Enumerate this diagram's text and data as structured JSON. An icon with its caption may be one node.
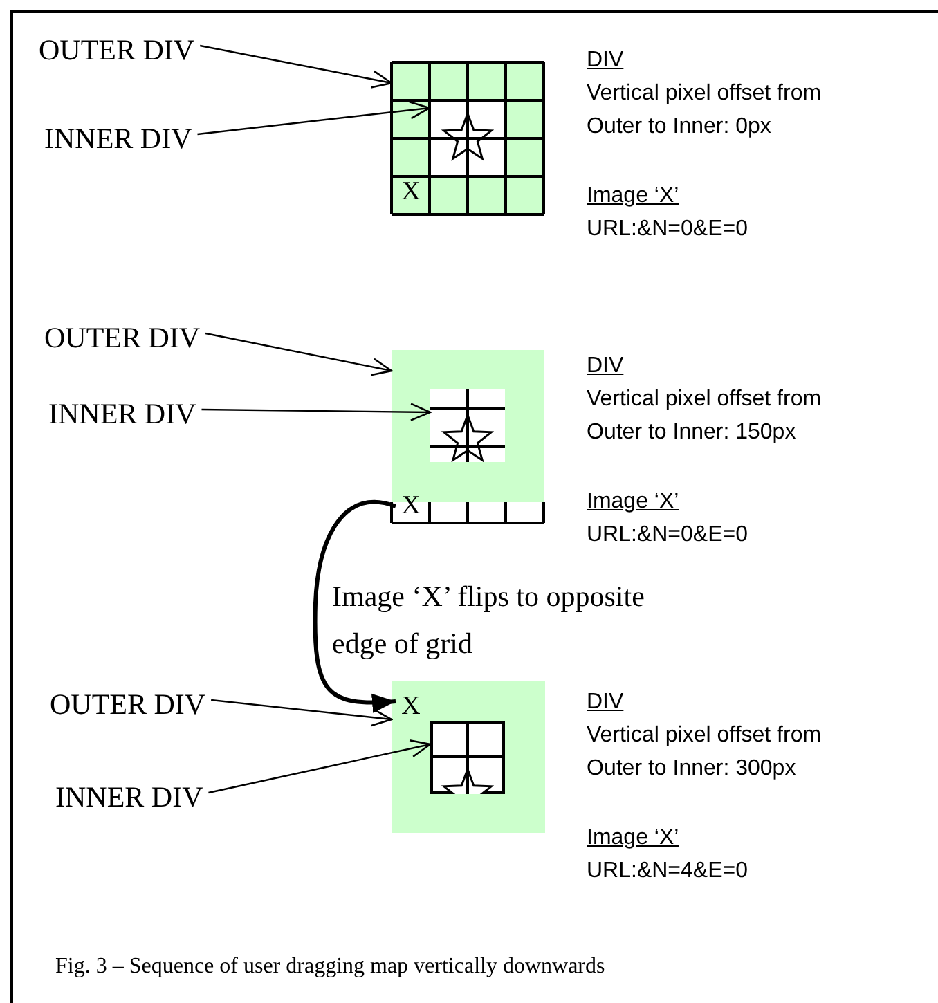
{
  "diagram": {
    "caption": "Fig. 3 – Sequence of user dragging map vertically downwards",
    "nodes": [
      {
        "text": [
          "OUTER DIV"
        ]
      },
      {
        "text": [
          "INNER DIV"
        ]
      },
      {
        "text": [],
        "shape": "box"
      },
      {
        "text": [],
        "shape": "box",
        "in": 2
      },
      {
        "text": [
          "X"
        ],
        "in": 2
      },
      {
        "text": [
          "OUTER DIV"
        ]
      },
      {
        "text": [
          "INNER DIV"
        ]
      },
      {
        "text": [],
        "shape": "box"
      },
      {
        "text": [],
        "shape": "box",
        "in": 7
      },
      {
        "text": [
          "X"
        ]
      },
      {
        "text": [
          "OUTER DIV"
        ]
      },
      {
        "text": [
          "INNER DIV"
        ]
      },
      {
        "text": [],
        "shape": "box"
      },
      {
        "text": [],
        "shape": "box",
        "in": 12
      },
      {
        "text": [
          "X"
        ],
        "in": 12
      }
    ],
    "edges": [
      {
        "from": 0,
        "to": 2,
        "arrow": "to"
      },
      {
        "from": 1,
        "to": 3,
        "arrow": "to"
      },
      {
        "from": 5,
        "to": 7,
        "arrow": "to"
      },
      {
        "from": 6,
        "to": 8,
        "arrow": "to"
      },
      {
        "from": 9,
        "to": 14,
        "arrow": "to",
        "label": "Image ‘X’ flips to opposite edge of grid",
        "style": "thick"
      },
      {
        "from": 10,
        "to": 12,
        "arrow": "to"
      },
      {
        "from": 11,
        "to": 13,
        "arrow": "to"
      }
    ],
    "labels": [
      "DIV",
      "Vertical pixel offset from Outer to Inner: 0px",
      "Image ‘X’",
      "URL:&N=0&E=0",
      "DIV",
      "Vertical pixel offset from Outer to Inner: 150px",
      "Image ‘X’",
      "URL:&N=0&E=0",
      "DIV",
      "Vertical pixel offset from Outer to Inner: 300px",
      "Image ‘X’",
      "URL:&N=4&E=0"
    ]
  }
}
